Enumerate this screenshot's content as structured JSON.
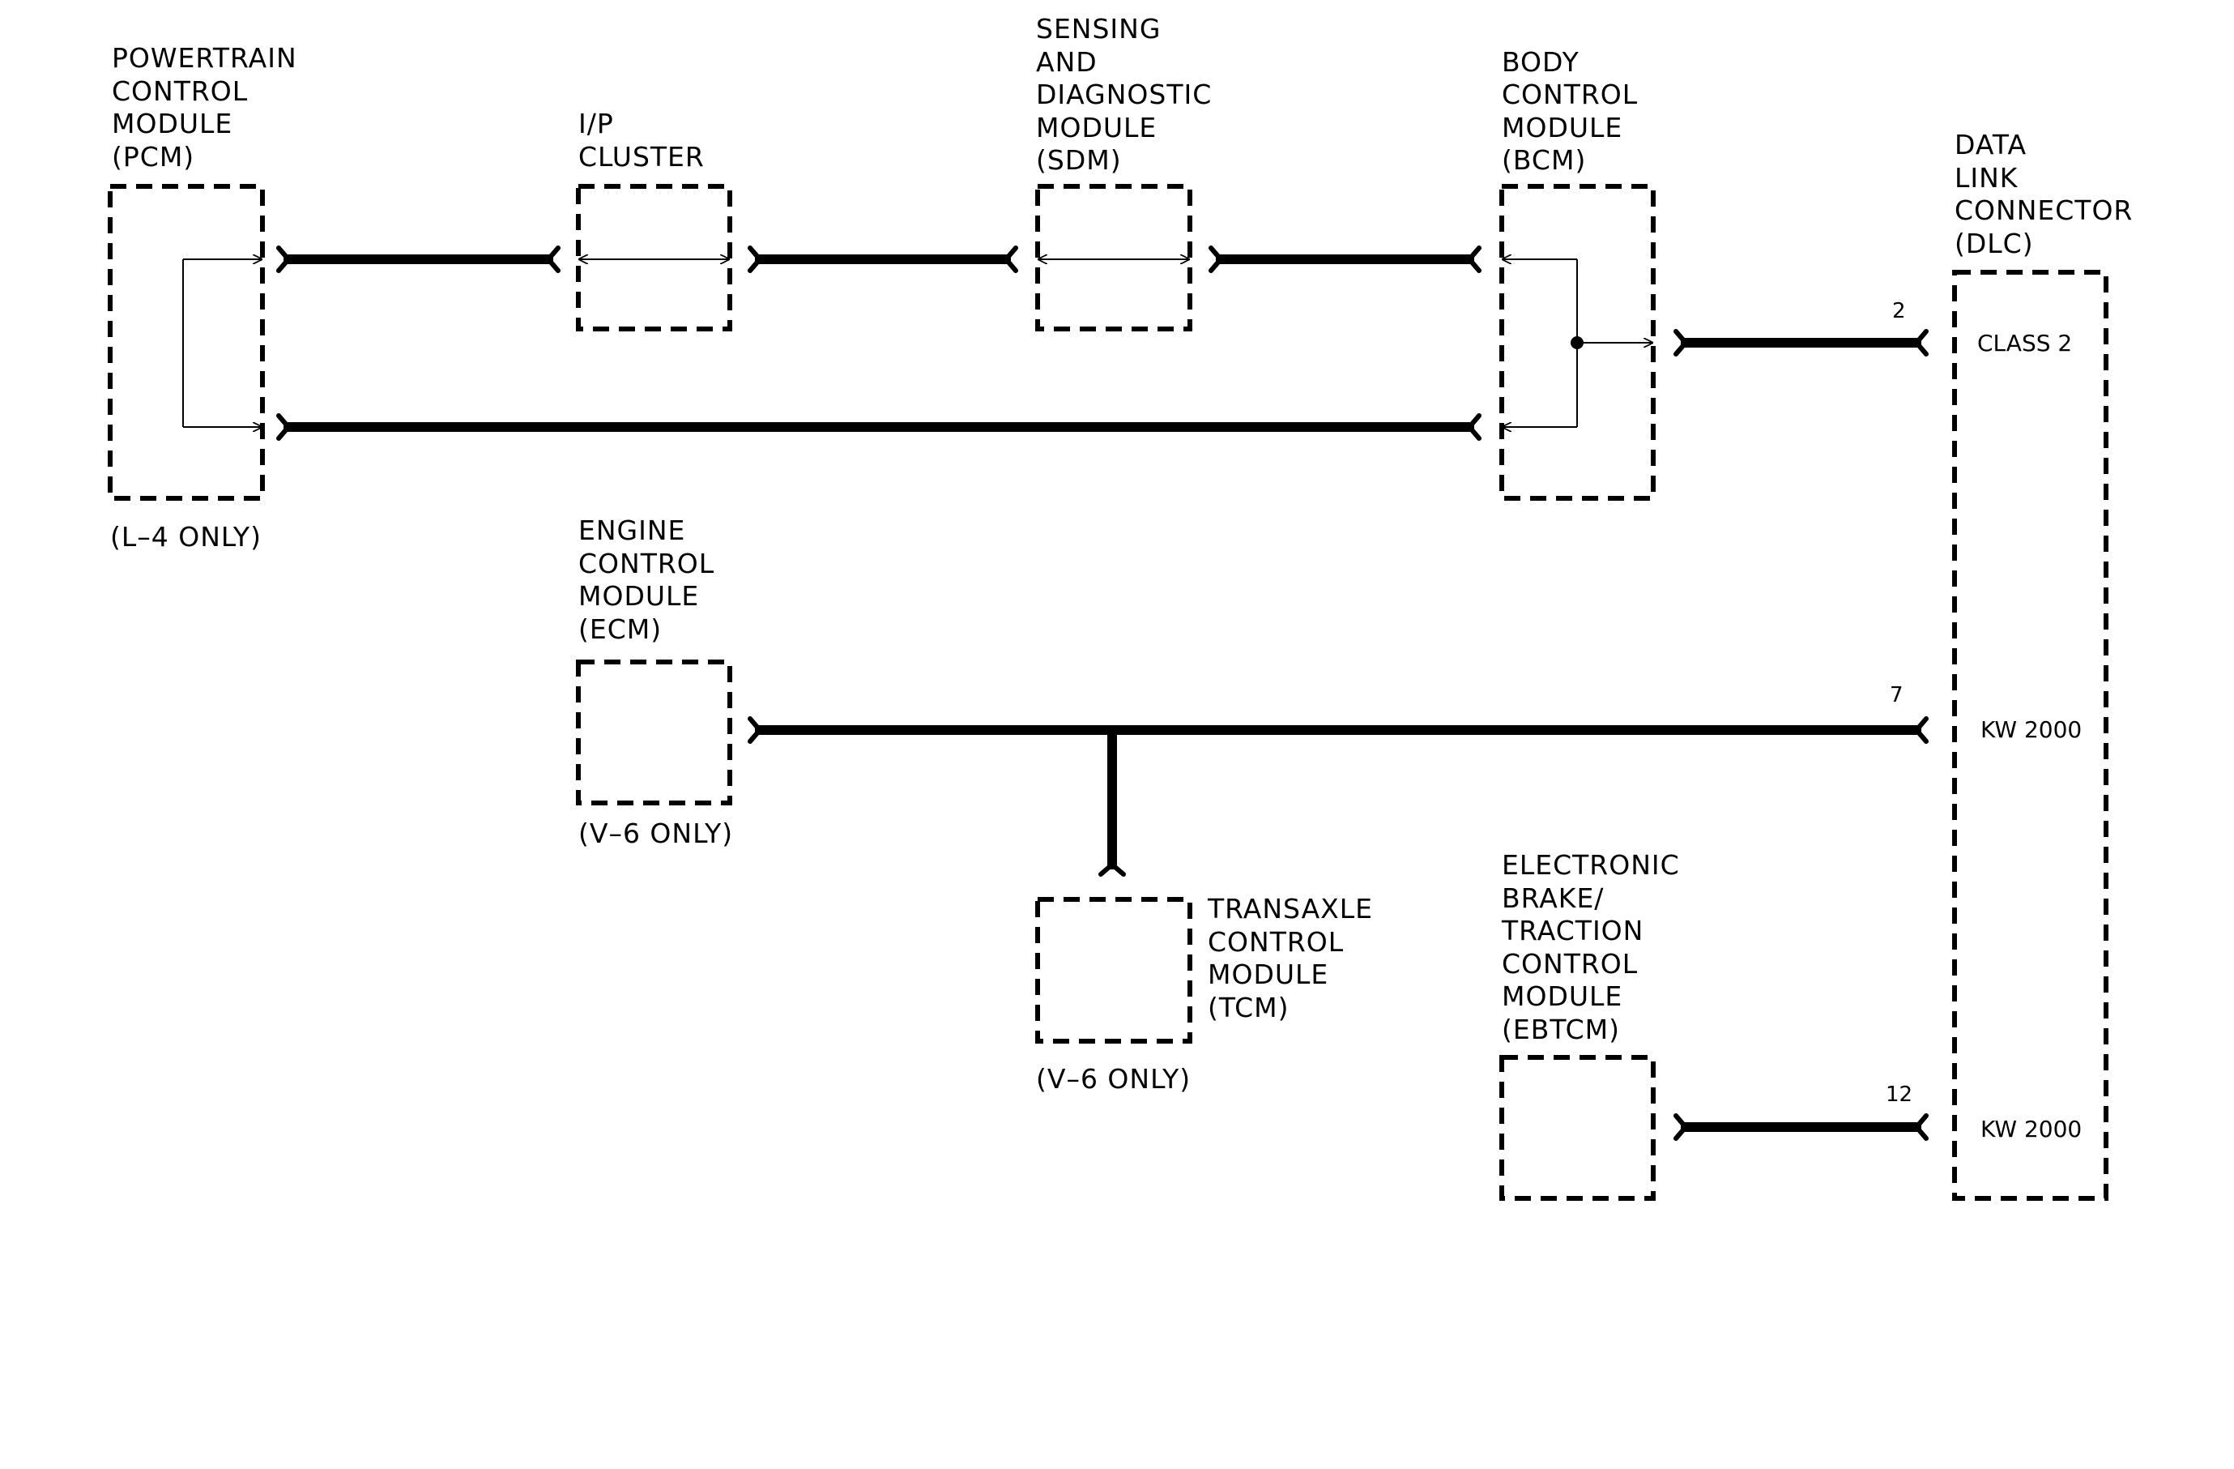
{
  "modules": {
    "pcm": {
      "lines": [
        "POWERTRAIN",
        "CONTROL",
        "MODULE",
        "(PCM)"
      ],
      "note": "(L–4 ONLY)"
    },
    "ip_cluster": {
      "lines": [
        "I/P",
        "CLUSTER"
      ]
    },
    "sdm": {
      "lines": [
        "SENSING",
        "AND",
        "DIAGNOSTIC",
        "MODULE",
        "(SDM)"
      ]
    },
    "bcm": {
      "lines": [
        "BODY",
        "CONTROL",
        "MODULE",
        "(BCM)"
      ]
    },
    "dlc": {
      "lines": [
        "DATA",
        "LINK",
        "CONNECTOR",
        "(DLC)"
      ]
    },
    "ecm": {
      "lines": [
        "ENGINE",
        "CONTROL",
        "MODULE",
        "(ECM)"
      ],
      "note": "(V–6 ONLY)"
    },
    "tcm": {
      "lines": [
        "TRANSAXLE",
        "CONTROL",
        "MODULE",
        "(TCM)"
      ],
      "note": "(V–6 ONLY)"
    },
    "ebtcm": {
      "lines": [
        "ELECTRONIC",
        "BRAKE/",
        "TRACTION",
        "CONTROL",
        "MODULE",
        "(EBTCM)"
      ]
    }
  },
  "dlc_pins": [
    {
      "pin": "2",
      "signal": "CLASS 2"
    },
    {
      "pin": "7",
      "signal": "KW 2000"
    },
    {
      "pin": "12",
      "signal": "KW 2000"
    }
  ]
}
